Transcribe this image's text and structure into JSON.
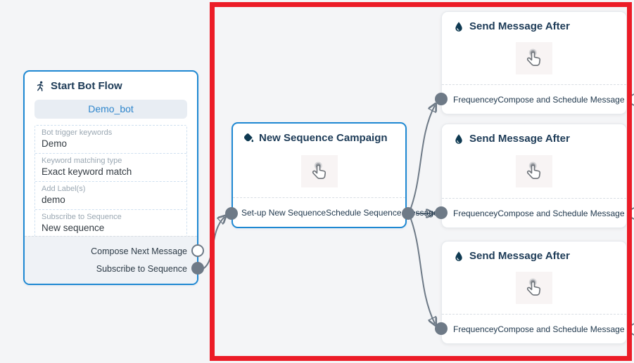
{
  "canvas": {
    "background": "#f4f5f7"
  },
  "highlight": {
    "color": "#ec1c27",
    "shape": "rectangle-outline"
  },
  "wires": {
    "line_color": "#6e7a87",
    "arrow_color": "#1d3c55"
  },
  "icons": {
    "start": "running-person-icon",
    "campaign": "ink-fill-icon",
    "send": "water-drop-icon",
    "body": "tap-hand-icon"
  },
  "nodes": {
    "start_bot_flow": {
      "title": "Start Bot Flow",
      "bot_name": "Demo_bot",
      "fields": [
        {
          "label": "Bot trigger keywords",
          "value": "Demo"
        },
        {
          "label": "Keyword matching type",
          "value": "Exact keyword match"
        },
        {
          "label": "Add Label(s)",
          "value": "demo"
        },
        {
          "label": "Subscribe to Sequence",
          "value": "New sequence"
        }
      ],
      "outputs": [
        {
          "label": "Compose Next Message",
          "port": "empty"
        },
        {
          "label": "Subscribe to Sequence",
          "port": "connected"
        }
      ]
    },
    "new_sequence_campaign": {
      "title": "New Sequence Campaign",
      "left_port_label": "Set-up New Sequence",
      "right_port_label": "Schedule Sequence Message"
    },
    "send_message_after": [
      {
        "title": "Send Message After",
        "input_label": "Frequencey",
        "output_label": "Compose and Schedule Message"
      },
      {
        "title": "Send Message After",
        "input_label": "Frequencey",
        "output_label": "Compose and Schedule Message"
      },
      {
        "title": "Send Message After",
        "input_label": "Frequencey",
        "output_label": "Compose and Schedule Message"
      }
    ]
  }
}
